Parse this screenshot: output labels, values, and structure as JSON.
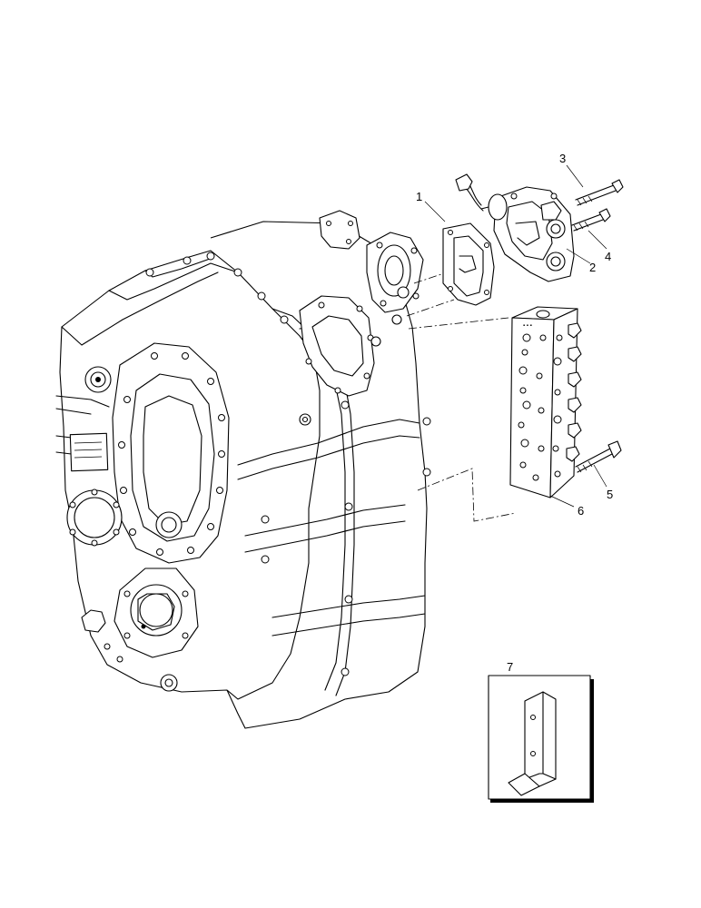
{
  "callouts": [
    {
      "id": "1",
      "label": "1"
    },
    {
      "id": "2",
      "label": "2"
    },
    {
      "id": "3",
      "label": "3"
    },
    {
      "id": "4",
      "label": "4"
    },
    {
      "id": "5",
      "label": "5"
    },
    {
      "id": "6",
      "label": "6"
    },
    {
      "id": "7",
      "label": "7"
    }
  ],
  "colors": {
    "line": "#000000",
    "background": "#ffffff",
    "shadow": "#000000"
  },
  "parts": {
    "transmission_housing": "transmission-housing",
    "gasket": "gasket",
    "solenoid_valve": "solenoid-valve",
    "bolt_long": "bolt",
    "bolt_short": "bolt",
    "control_valve_block": "control-valve-block",
    "bracket_inset": "bracket"
  }
}
